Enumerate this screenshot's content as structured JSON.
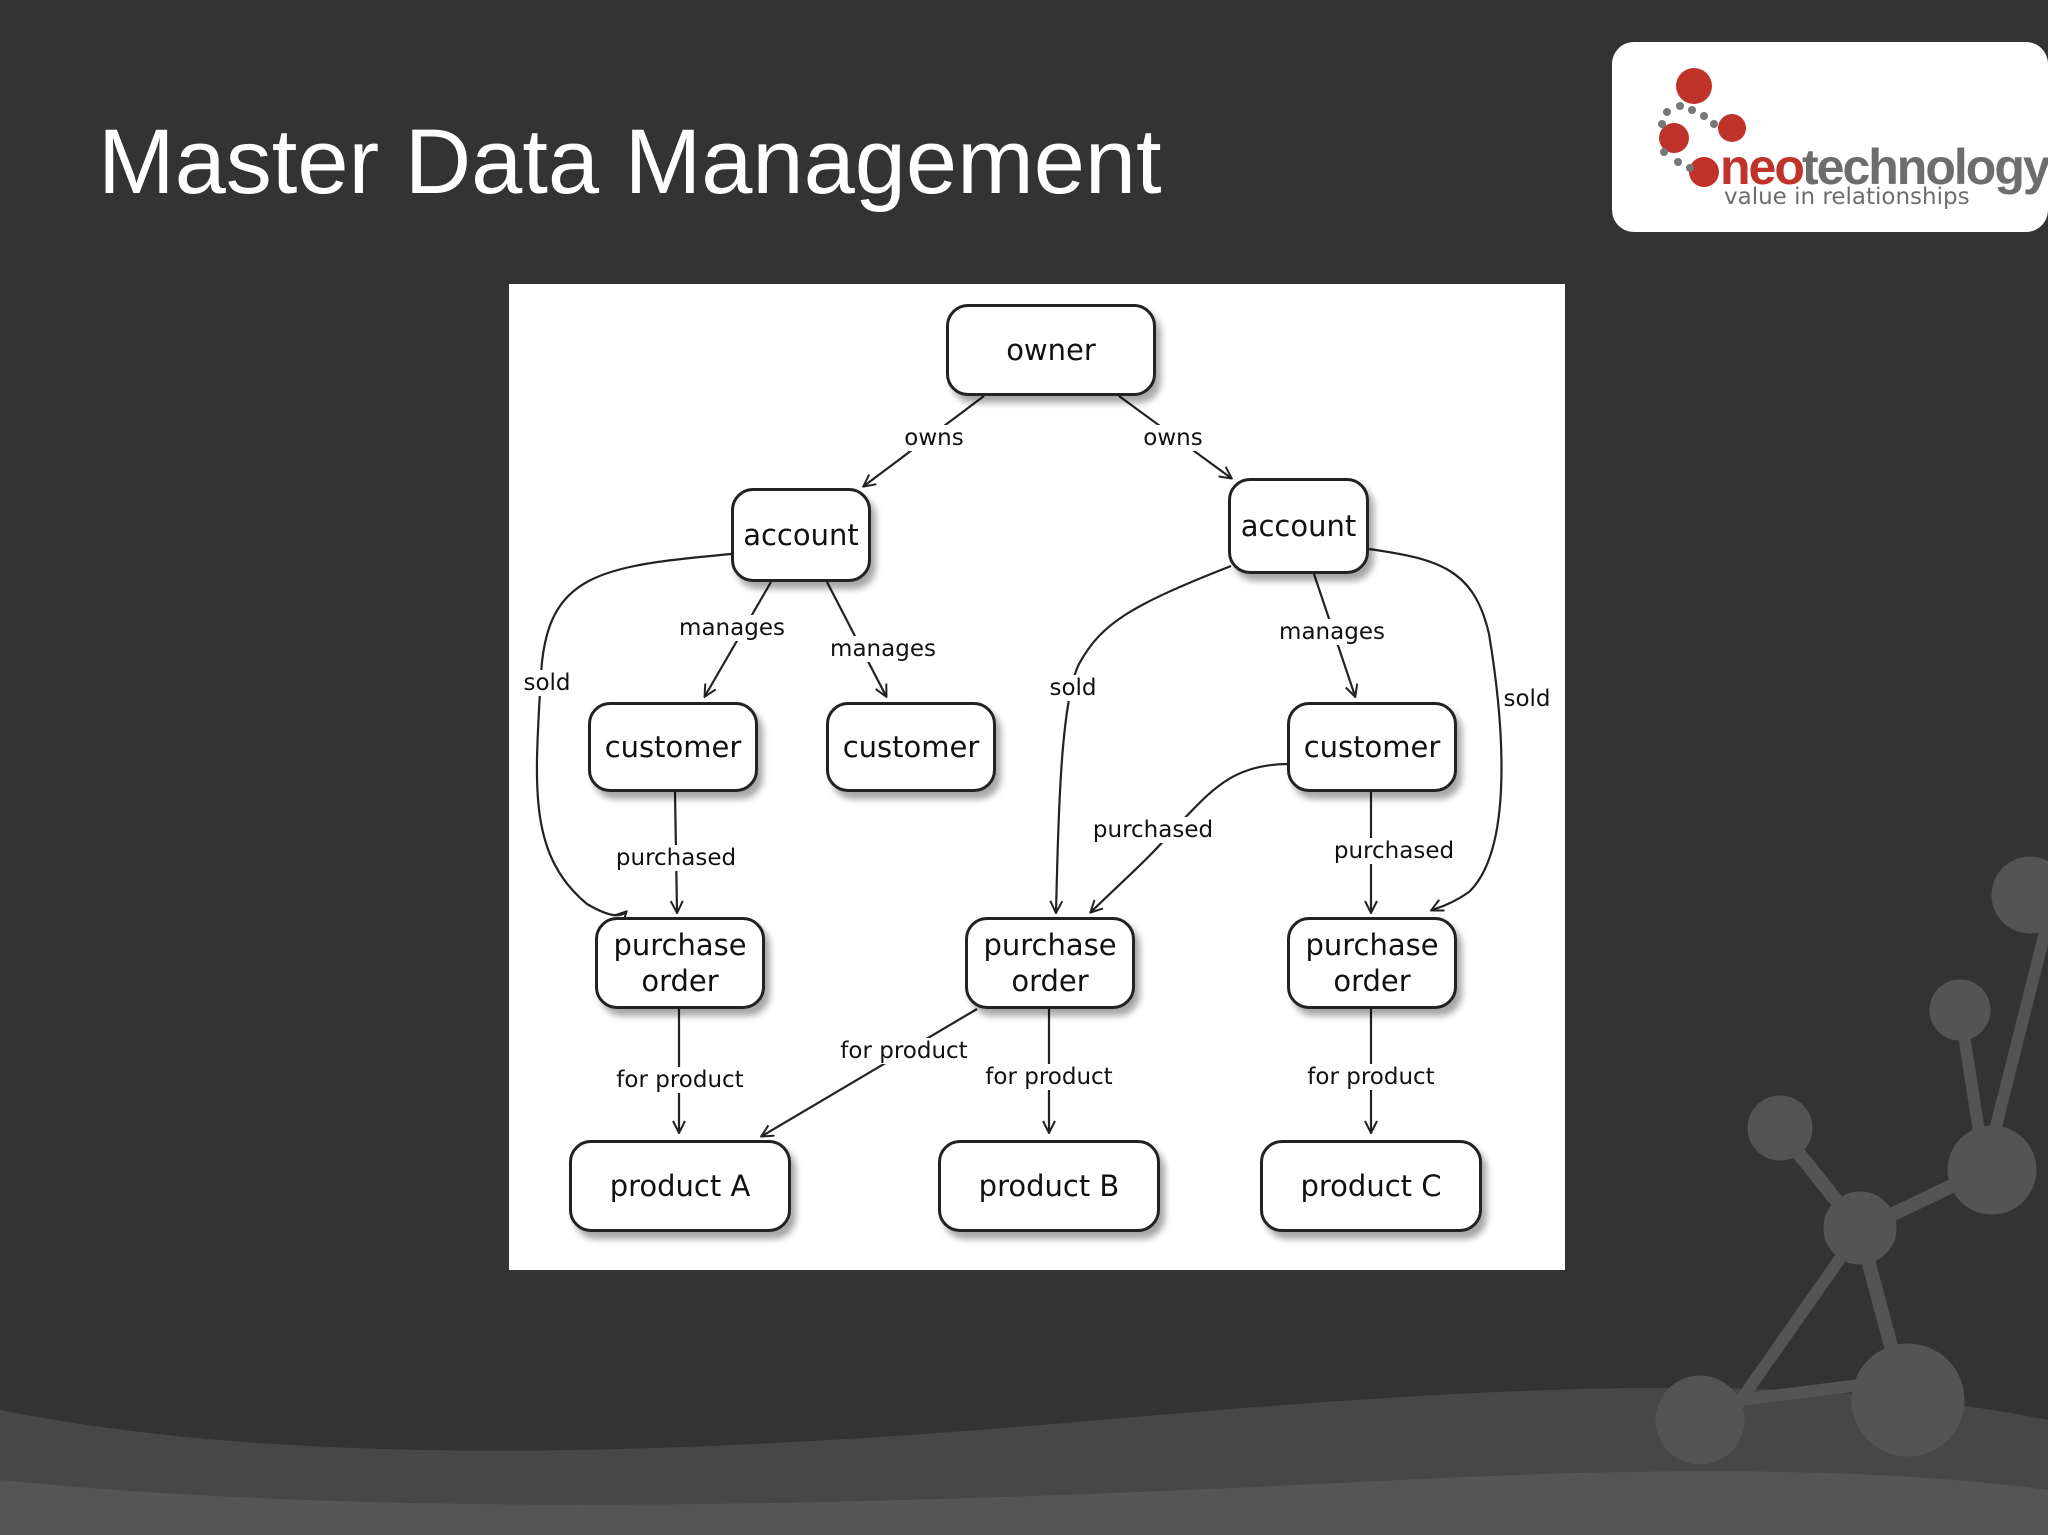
{
  "slide": {
    "title": "Master Data Management"
  },
  "logo": {
    "neo": "neo",
    "technology": "technology",
    "tagline": "value in relationships"
  },
  "diagram": {
    "nodes": [
      {
        "id": "owner",
        "label": "owner"
      },
      {
        "id": "account_left",
        "label": "account"
      },
      {
        "id": "account_right",
        "label": "account"
      },
      {
        "id": "customer_1",
        "label": "customer"
      },
      {
        "id": "customer_2",
        "label": "customer"
      },
      {
        "id": "customer_3",
        "label": "customer"
      },
      {
        "id": "po_left",
        "label": "purchase\norder"
      },
      {
        "id": "po_mid",
        "label": "purchase\norder"
      },
      {
        "id": "po_right",
        "label": "purchase\norder"
      },
      {
        "id": "product_a",
        "label": "product A"
      },
      {
        "id": "product_b",
        "label": "product B"
      },
      {
        "id": "product_c",
        "label": "product C"
      }
    ],
    "edges": [
      {
        "from": "owner",
        "to": "account_left",
        "label": "owns"
      },
      {
        "from": "owner",
        "to": "account_right",
        "label": "owns"
      },
      {
        "from": "account_left",
        "to": "customer_1",
        "label": "manages"
      },
      {
        "from": "account_left",
        "to": "customer_2",
        "label": "manages"
      },
      {
        "from": "account_left",
        "to": "po_left",
        "label": "sold"
      },
      {
        "from": "account_right",
        "to": "customer_3",
        "label": "manages"
      },
      {
        "from": "account_right",
        "to": "po_mid",
        "label": "sold"
      },
      {
        "from": "account_right",
        "to": "po_right",
        "label": "sold"
      },
      {
        "from": "customer_1",
        "to": "po_left",
        "label": "purchased"
      },
      {
        "from": "customer_3",
        "to": "po_mid",
        "label": "purchased"
      },
      {
        "from": "customer_3",
        "to": "po_right",
        "label": "purchased"
      },
      {
        "from": "po_left",
        "to": "product_a",
        "label": "for product"
      },
      {
        "from": "po_mid",
        "to": "product_a",
        "label": "for product"
      },
      {
        "from": "po_mid",
        "to": "product_b",
        "label": "for product"
      },
      {
        "from": "po_right",
        "to": "product_c",
        "label": "for product"
      }
    ]
  }
}
